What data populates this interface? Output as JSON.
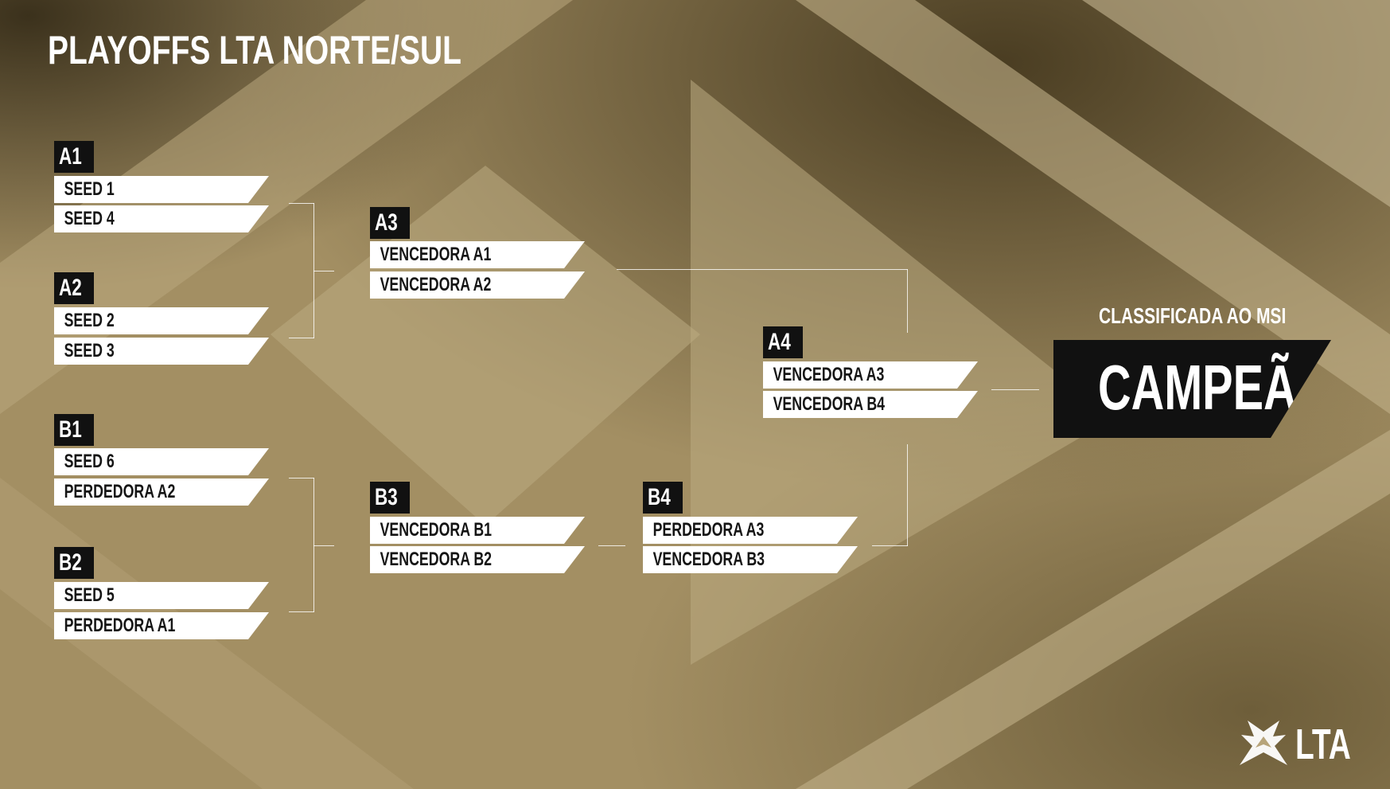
{
  "header": {
    "title": "PLAYOFFS LTA NORTE/SUL"
  },
  "matches": {
    "A1": {
      "label": "A1",
      "teams": [
        "SEED 1",
        "SEED 4"
      ]
    },
    "A2": {
      "label": "A2",
      "teams": [
        "SEED 2",
        "SEED 3"
      ]
    },
    "B1": {
      "label": "B1",
      "teams": [
        "SEED 6",
        "PERDEDORA A2"
      ]
    },
    "B2": {
      "label": "B2",
      "teams": [
        "SEED 5",
        "PERDEDORA A1"
      ]
    },
    "A3": {
      "label": "A3",
      "teams": [
        "VENCEDORA A1",
        "VENCEDORA A2"
      ]
    },
    "B3": {
      "label": "B3",
      "teams": [
        "VENCEDORA B1",
        "VENCEDORA B2"
      ]
    },
    "B4": {
      "label": "B4",
      "teams": [
        "PERDEDORA A3",
        "VENCEDORA B3"
      ]
    },
    "A4": {
      "label": "A4",
      "teams": [
        "VENCEDORA A3",
        "VENCEDORA B4"
      ]
    }
  },
  "final": {
    "qualify_label": "CLASSIFICADA AO MSI",
    "champion_label": "CAMPEÃ"
  },
  "logo": {
    "text": "LTA"
  },
  "colors": {
    "background": "#a8966a",
    "dark": "#111111",
    "light": "#ffffff"
  }
}
